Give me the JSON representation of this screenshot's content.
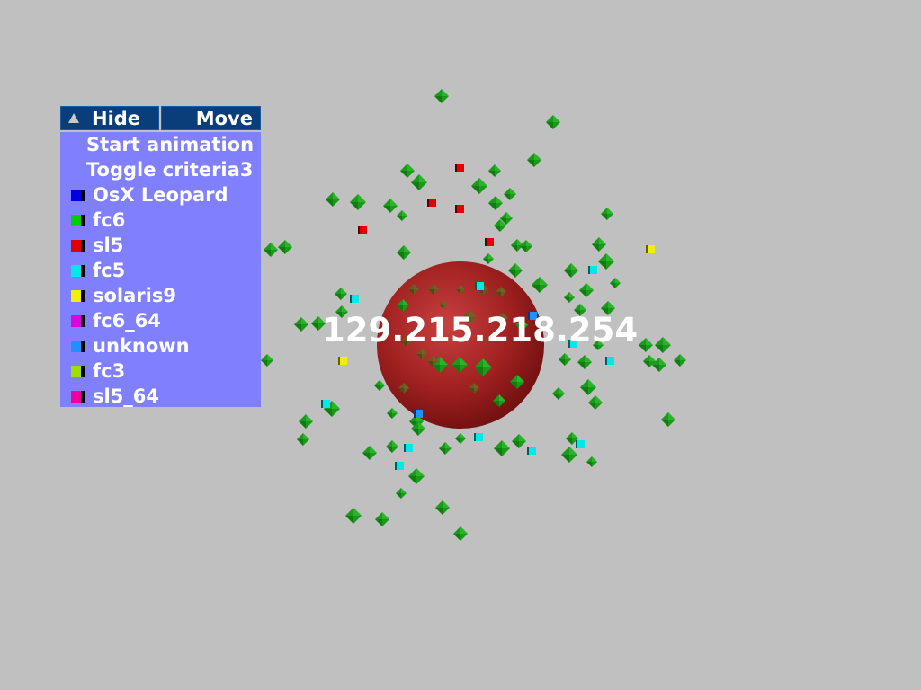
{
  "scene": {
    "node_label": "129.215.218.254",
    "background": "#c0c0c0",
    "center_sphere_color": "#b02020"
  },
  "panel": {
    "hide_label": "Hide",
    "move_label": "Move",
    "actions": [
      {
        "label": "Start animation"
      },
      {
        "label": "Toggle criteria3"
      }
    ],
    "legend": [
      {
        "label": "OsX Leopard",
        "color": "#0000e0"
      },
      {
        "label": "fc6",
        "color": "#00d000"
      },
      {
        "label": "sl5",
        "color": "#e00000"
      },
      {
        "label": "fc5",
        "color": "#00e8e8"
      },
      {
        "label": "solaris9",
        "color": "#f0f000"
      },
      {
        "label": "fc6_64",
        "color": "#e000e0"
      },
      {
        "label": "unknown",
        "color": "#2090ff"
      },
      {
        "label": "fc3",
        "color": "#a0e000"
      },
      {
        "label": "sl5_64",
        "color": "#f000a0"
      }
    ]
  }
}
